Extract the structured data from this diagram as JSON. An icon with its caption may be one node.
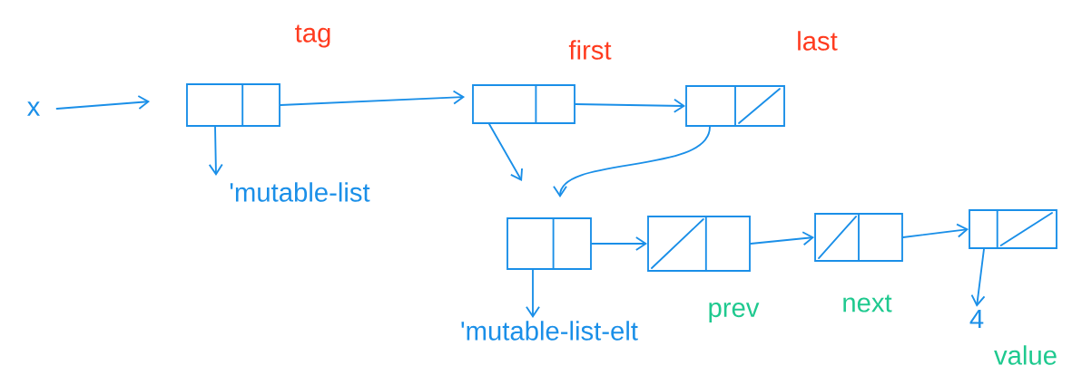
{
  "diagram": {
    "nodes": [
      {
        "text": [
          "x"
        ]
      },
      {
        "text": [],
        "shape": "box",
        "beside": [
          "tag"
        ]
      },
      {
        "text": [],
        "shape": "box",
        "beside": [
          "first"
        ]
      },
      {
        "text": [],
        "shape": "box",
        "beside": [
          "last"
        ]
      },
      {
        "text": [
          "'mutable-list"
        ]
      },
      {
        "text": [],
        "shape": "box"
      },
      {
        "text": [],
        "shape": "box"
      },
      {
        "text": [],
        "shape": "box"
      },
      {
        "text": [],
        "shape": "box"
      },
      {
        "text": [
          "'mutable-list-elt"
        ]
      },
      {
        "text": [
          "4"
        ]
      }
    ],
    "edges": [
      {
        "from": 0,
        "to": 1,
        "arrow": "to"
      },
      {
        "from": 1,
        "to": 2,
        "arrow": "to"
      },
      {
        "from": 1,
        "to": 4,
        "arrow": "to"
      },
      {
        "from": 2,
        "to": 3,
        "arrow": "to"
      },
      {
        "from": 2,
        "to": 5,
        "arrow": "to"
      },
      {
        "from": 3,
        "to": 5,
        "arrow": "to"
      },
      {
        "from": 5,
        "to": 6,
        "arrow": "to"
      },
      {
        "from": 5,
        "to": 9,
        "arrow": "to"
      },
      {
        "from": 6,
        "to": 7,
        "arrow": "to"
      },
      {
        "from": 7,
        "to": 8,
        "arrow": "to"
      },
      {
        "from": 8,
        "to": 10,
        "arrow": "to"
      }
    ],
    "labels": [
      "prev",
      "next",
      "value"
    ]
  }
}
